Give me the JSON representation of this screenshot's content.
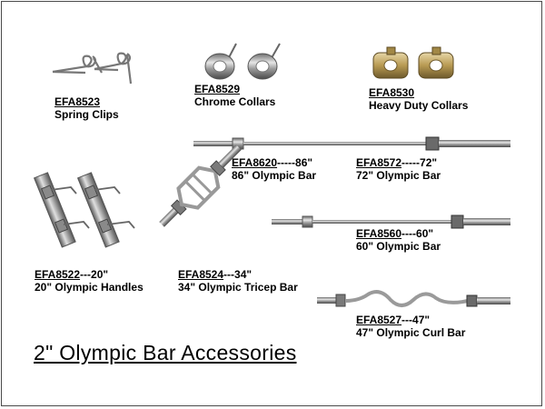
{
  "title": "2\" Olympic Bar Accessories",
  "products": [
    {
      "code": "EFA8523",
      "spec": "",
      "name": "Spring Clips"
    },
    {
      "code": "EFA8529",
      "spec": "",
      "name": "Chrome Collars"
    },
    {
      "code": "EFA8530",
      "spec": "",
      "name": "Heavy Duty Collars"
    },
    {
      "code": "EFA8620",
      "spec": "-----86\"",
      "name": "86\" Olympic Bar"
    },
    {
      "code": "EFA8572",
      "spec": "-----72\"",
      "name": "72\" Olympic Bar"
    },
    {
      "code": "EFA8560",
      "spec": "----60\"",
      "name": "60\" Olympic Bar"
    },
    {
      "code": "EFA8522",
      "spec": "---20\"",
      "name": "20\" Olympic Handles"
    },
    {
      "code": "EFA8524",
      "spec": "---34\"",
      "name": "34\" Olympic Tricep Bar"
    },
    {
      "code": "EFA8527",
      "spec": "---47\"",
      "name": "47\" Olympic Curl Bar"
    }
  ]
}
